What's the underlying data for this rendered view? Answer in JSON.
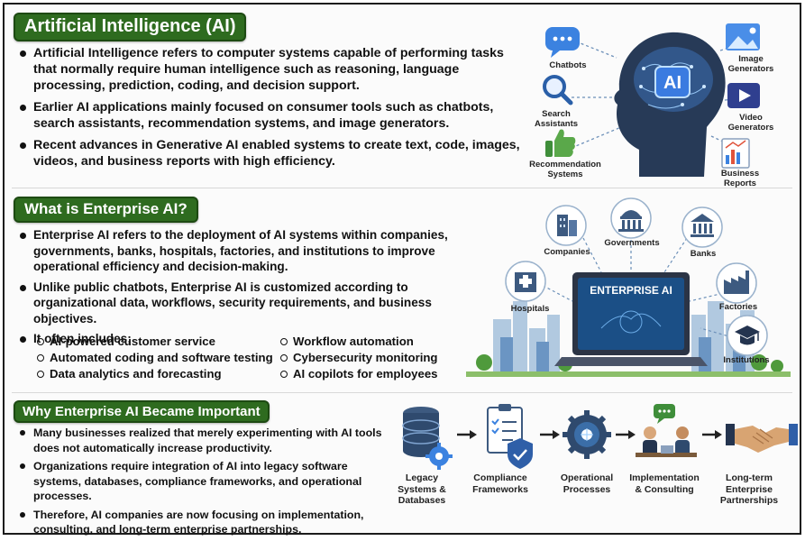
{
  "section1": {
    "title": "Artificial Intelligence (AI)",
    "bullets": [
      "Artificial Intelligence refers to computer systems capable of performing tasks that normally require human intelligence such as reasoning, language processing, prediction, coding, and decision support.",
      "Earlier AI applications mainly focused on consumer tools such as chatbots, search assistants, recommendation systems, and image generators.",
      "Recent advances in Generative AI enabled systems to create text, code, images, videos, and business reports with high efficiency."
    ],
    "illustration": {
      "center_label": "AI",
      "labels": {
        "chatbots": "Chatbots",
        "search": "Search\nAssistants",
        "recommend": "Recommendation\nSystems",
        "image": "Image\nGenerators",
        "video": "Video\nGenerators",
        "reports": "Business\nReports"
      }
    }
  },
  "section2": {
    "title": "What is Enterprise AI?",
    "bullets": [
      "Enterprise AI refers to the deployment of AI systems within companies, governments, banks, hospitals, factories, and institutions to improve operational efficiency and decision-making.",
      "Unlike public chatbots, Enterprise AI is customized according to organizational data, workflows, security requirements, and business objectives.",
      "It often includes:"
    ],
    "includes": [
      "AI-powered customer service",
      "Workflow automation",
      "Automated coding and software testing",
      "Cybersecurity monitoring",
      "Data analytics and forecasting",
      "AI copilots for employees"
    ],
    "illustration": {
      "screen_label": "ENTERPRISE AI",
      "labels": {
        "companies": "Companies",
        "governments": "Governments",
        "banks": "Banks",
        "hospitals": "Hospitals",
        "factories": "Factories",
        "institutions": "Institutions"
      }
    }
  },
  "section3": {
    "title": "Why Enterprise AI Became Important",
    "bullets": [
      "Many businesses realized that merely experimenting with AI tools does not automatically increase productivity.",
      "Organizations require integration of AI into legacy software systems, databases, compliance frameworks, and operational processes.",
      "Therefore, AI companies are now focusing on implementation, consulting, and long-term enterprise partnerships."
    ],
    "process": [
      "Legacy\nSystems &\nDatabases",
      "Compliance\nFrameworks",
      "Operational\nProcesses",
      "Implementation\n& Consulting",
      "Long-term\nEnterprise\nPartnerships"
    ]
  },
  "colors": {
    "badge_green": "#2e6b1f",
    "ai_blue": "#2a6fd6",
    "navy": "#24344f",
    "icon_gray": "#5b6f86"
  }
}
